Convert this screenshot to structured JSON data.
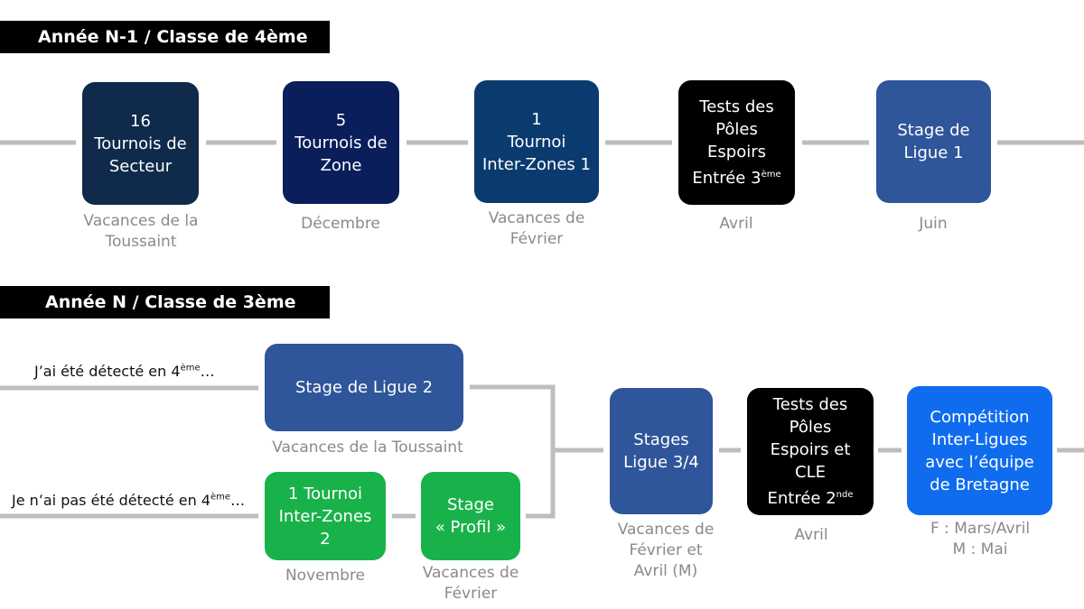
{
  "colors": {
    "header_bg": "#000000",
    "line": "#bdbdbd",
    "secteur": "#0f2a4a",
    "zone": "#0a1e5c",
    "inter": "#0b3b6e",
    "poles": "#000000",
    "ligue": "#2f559a",
    "green": "#19b24a",
    "competition": "#0f6cef",
    "caption": "#8a8a8a"
  },
  "section1": {
    "header": "Année N-1 / Classe de 4ème",
    "steps": [
      {
        "lines": [
          "16",
          "Tournois de",
          "Secteur"
        ],
        "caption": [
          "Vacances de la",
          "Toussaint"
        ]
      },
      {
        "lines": [
          "5",
          "Tournois de",
          "Zone"
        ],
        "caption": [
          "Décembre"
        ]
      },
      {
        "lines": [
          "1",
          "Tournoi",
          "Inter-Zones 1"
        ],
        "caption": [
          "Vacances de",
          "Février"
        ]
      },
      {
        "lines": [
          "Tests des",
          "Pôles",
          "Espoirs"
        ],
        "last_line": "Entrée 3",
        "last_sup": "ème",
        "caption": [
          "Avril"
        ]
      },
      {
        "lines": [
          "Stage de",
          "Ligue 1"
        ],
        "caption": [
          "Juin"
        ]
      }
    ]
  },
  "section2": {
    "header": "Année N / Classe de 3ème",
    "path_detected": {
      "label": "J’ai été détecté en 4",
      "sup": "ème",
      "suffix": "…"
    },
    "path_not_detected": {
      "label": "Je n’ai pas été détecté en 4",
      "sup": "ème",
      "suffix": "…"
    },
    "stage_ligue2": {
      "label": "Stage de Ligue 2",
      "caption": [
        "Vacances de la Toussaint"
      ]
    },
    "tournoi_iz2": {
      "lines": [
        "1 Tournoi",
        "Inter-Zones",
        "2"
      ],
      "caption": [
        "Novembre"
      ]
    },
    "stage_profil": {
      "lines": [
        "Stage",
        "« Profil »"
      ],
      "caption": [
        "Vacances de",
        "Février"
      ]
    },
    "stages_ligue34": {
      "lines": [
        "Stages",
        "Ligue 3/4"
      ],
      "caption": [
        "Vacances de",
        "Février et",
        "Avril (M)"
      ]
    },
    "tests_poles2": {
      "lines": [
        "Tests des",
        "Pôles",
        "Espoirs et",
        "CLE"
      ],
      "last_line": "Entrée 2",
      "last_sup": "nde",
      "caption": [
        "Avril"
      ]
    },
    "competition": {
      "lines": [
        "Compétition",
        "Inter-Ligues",
        "avec l’équipe",
        "de Bretagne"
      ],
      "caption": [
        "F : Mars/Avril",
        "M : Mai"
      ]
    }
  }
}
